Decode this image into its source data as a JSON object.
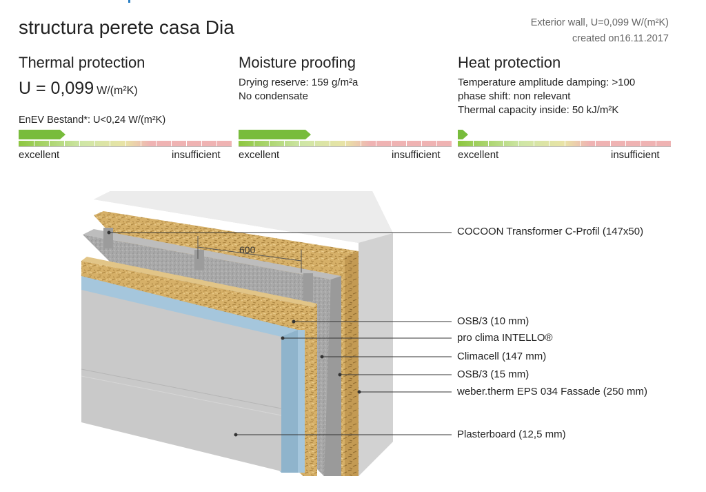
{
  "header": {
    "title": "structura perete casa Dia",
    "subtitle": "Exterior wall, U=0,099 W/(m²K)",
    "created": "created on16.11.2017"
  },
  "thermal": {
    "title": "Thermal protection",
    "u_label": "U = 0,099",
    "u_unit": "W/(m²K)",
    "enev": "EnEV Bestand*: U<0,24 W/(m²K)",
    "rating": 0.22,
    "left": "excellent",
    "right": "insufficient"
  },
  "moisture": {
    "title": "Moisture proofing",
    "line1": "Drying reserve: 159 g/m²a",
    "line2": "No condensate",
    "rating": 0.34,
    "left": "excellent",
    "right": "insufficient"
  },
  "heat": {
    "title": "Heat protection",
    "line1": "Temperature amplitude damping: >100",
    "line2": "phase shift: non relevant",
    "line3": "Thermal capacity inside: 50 kJ/m²K",
    "rating": 0.05,
    "left": "excellent",
    "right": "insufficient"
  },
  "colors": {
    "good": "#8cc63f",
    "medium": "#e9e3a6",
    "bad": "#efb3b3",
    "eps": "#e3e3e3",
    "osb": "#d6b068",
    "climacell": "#a9a9a9",
    "membrane": "#a5c6dc",
    "plasterboard": "#c9c9c9"
  },
  "diagram": {
    "dimension": "600",
    "layers": [
      "COCOON Transformer C-Profil (147x50)",
      "OSB/3 (10 mm)",
      "pro clima INTELLO®",
      "Climacell (147 mm)",
      "OSB/3 (15 mm)",
      "weber.therm EPS 034 Fassade (250 mm)",
      "Plasterboard (12,5 mm)"
    ]
  }
}
